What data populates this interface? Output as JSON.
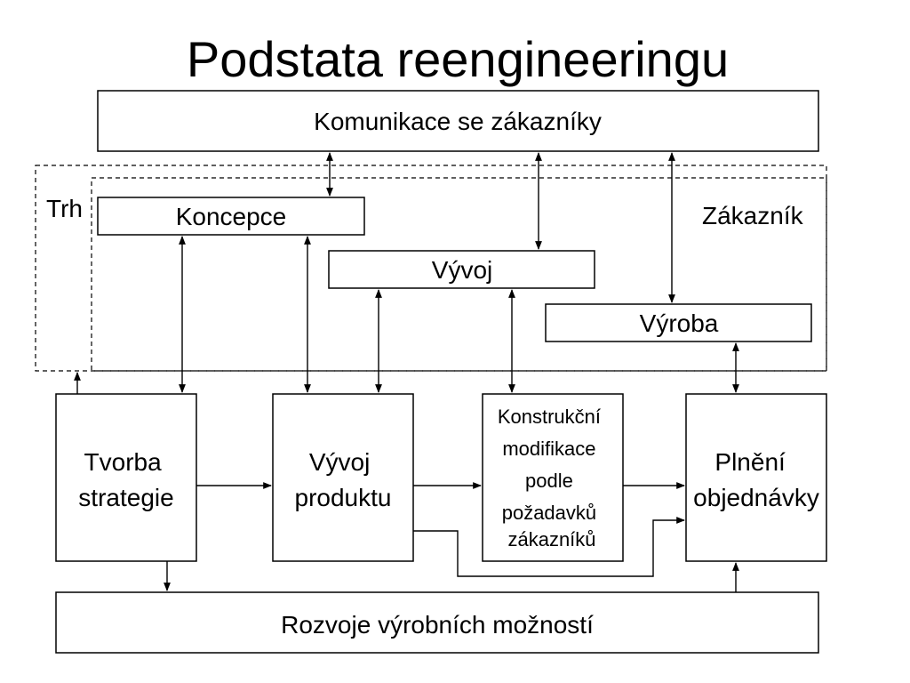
{
  "title": "Podstata reengineeringu",
  "boxes": {
    "komunikace": "Komunikace se zákazníky",
    "koncepce": "Koncepce",
    "vyvoj": "Vývoj",
    "vyroba": "Výroba",
    "tvorba": [
      "Tvorba",
      "strategie"
    ],
    "vyvoj_produktu": [
      "Vývoj",
      "produktu"
    ],
    "konstrukcni": [
      "Konstrukční",
      "modifikace",
      "podle",
      "požadavků",
      "zákazníků"
    ],
    "plneni": [
      "Plnění",
      "objednávky"
    ],
    "rozvoje": "Rozvoje výrobních možností"
  },
  "regions": {
    "trh": "Trh",
    "zakaznik": "Zákazník"
  }
}
